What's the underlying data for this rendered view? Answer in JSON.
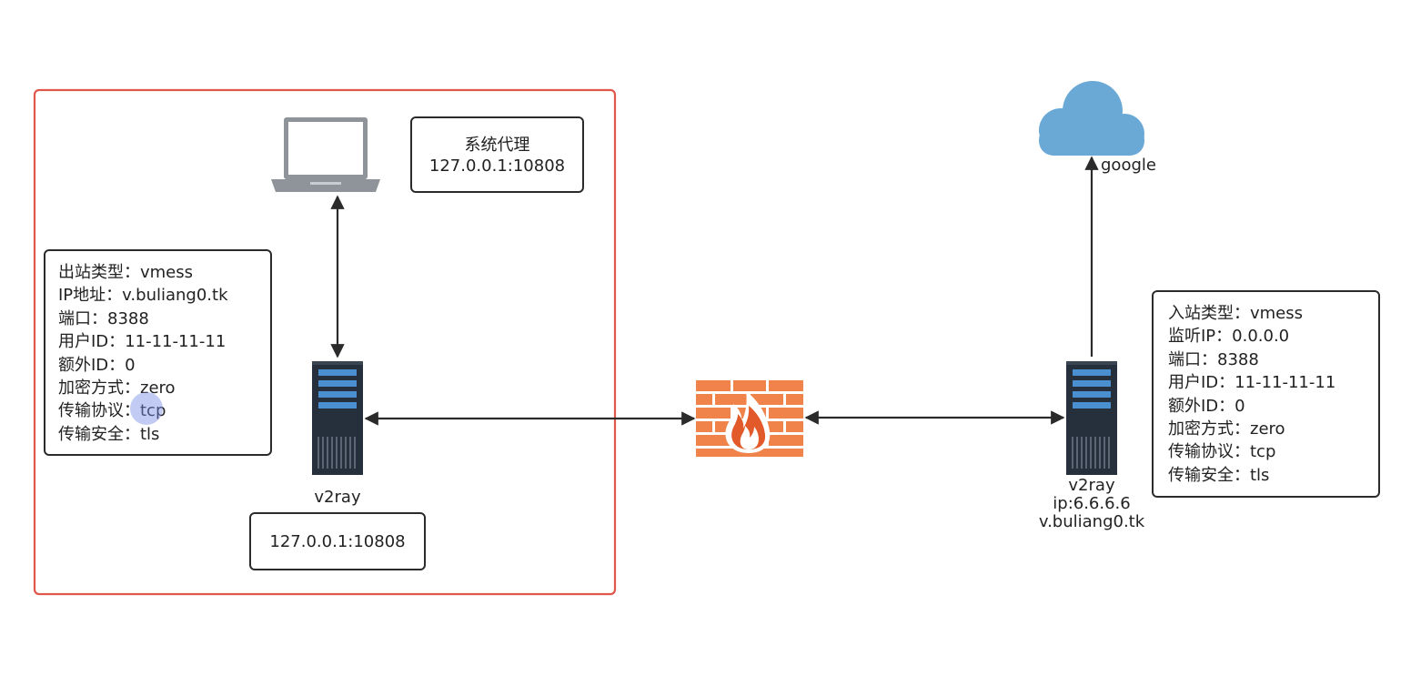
{
  "client": {
    "system_proxy": {
      "title": "系统代理",
      "address": "127.0.0.1:10808"
    },
    "local_listen": "127.0.0.1:10808",
    "server_label": "v2ray",
    "outbound_config": [
      "出站类型：vmess",
      "IP地址：v.buliang0.tk",
      "端口：8388",
      "用户ID：11-11-11-11",
      "额外ID：0",
      "加密方式：zero",
      "传输协议：tcp",
      "传输安全：tls"
    ]
  },
  "remote": {
    "cloud_label": "google",
    "server_label": "v2ray",
    "server_ip": "ip:6.6.6.6",
    "server_domain": "v.buliang0.tk",
    "inbound_config": [
      "入站类型：vmess",
      "监听IP：0.0.0.0",
      "端口：8388",
      "用户ID：11-11-11-11",
      "额外ID：0",
      "加密方式：zero",
      "传输协议：tcp",
      "传输安全：tls"
    ]
  },
  "colors": {
    "local_frame": "#e0584a",
    "firewall": "#f0834a",
    "flame": "#e35a2a",
    "cloud": "#6aa9d6",
    "server": "#26303c",
    "server_light": "#4a90d0",
    "line": "#2b2b2b"
  }
}
